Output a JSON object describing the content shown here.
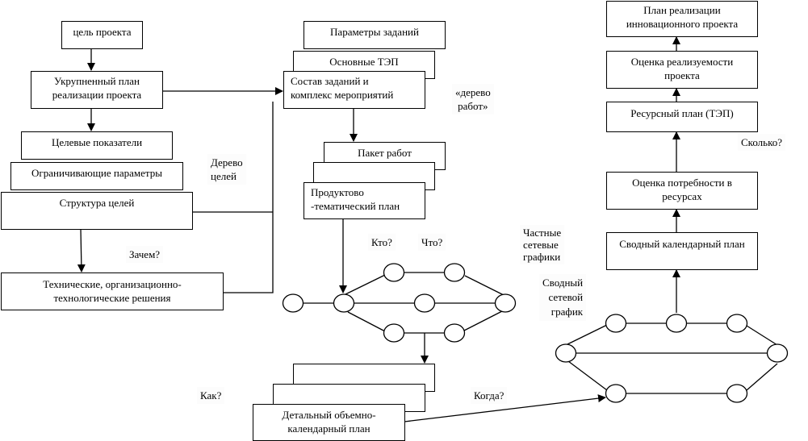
{
  "left_column": {
    "goal": "цель проекта",
    "consolidated_plan": [
      "Укрупненный план",
      "реализации проекта"
    ],
    "target_indicators": "Целевые показатели",
    "limiting_parameters": "Ограничивающие параметры",
    "goal_structure": "Структура целей",
    "solutions": [
      "Технические, организационно-",
      "технологические решения"
    ],
    "tree_label": [
      "Дерево",
      "целей"
    ],
    "why_label": "Зачем?"
  },
  "middle_column": {
    "task_parameters": "Параметры заданий",
    "main_tep": "Основные ТЭП",
    "task_composition": [
      "Состав заданий и",
      "комплекс мероприятий"
    ],
    "work_tree_label": [
      "«дерево",
      "работ»"
    ],
    "work_package": "Пакет работ",
    "product_plan": [
      "Продуктово",
      "-тематический план"
    ],
    "who_label": "Кто?",
    "what_label": "Что?",
    "private_networks_label": [
      "Частные",
      "сетевые",
      "графики"
    ],
    "how_label": "Как?",
    "detailed_plan": [
      "Детальный объемно-",
      "календарный план"
    ],
    "when_label": "Когда?"
  },
  "right_column": {
    "innovation_plan": [
      "План реализации",
      "инновационного проекта"
    ],
    "feasibility": [
      "Оценка реализуемости",
      "проекта"
    ],
    "resource_plan": "Ресурсный план (ТЭП)",
    "how_much_label": "Сколько?",
    "resource_needs": [
      "Оценка потребности в",
      "ресурсах"
    ],
    "summary_calendar": "Сводный календарный план",
    "summary_network_label": [
      "Сводный",
      "сетевой",
      "график"
    ]
  }
}
